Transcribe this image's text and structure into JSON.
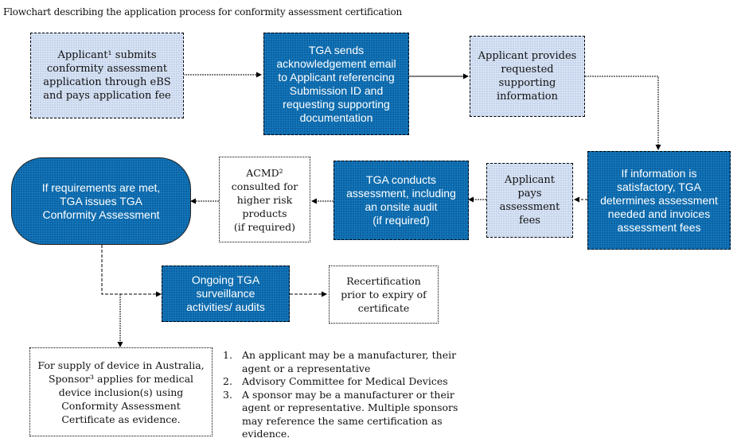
{
  "title": "Flowchart describing the application process for conformity assessment certification",
  "colors": {
    "light_fill": "#c6d5ec",
    "dark_fill": "#0b62a4",
    "white_fill": "#ffffff"
  },
  "nodes": {
    "submit": "Applicant¹ submits\nconformity assessment\napplication through eBS\nand pays application fee",
    "acknowledge": "TGA sends\nacknowledgement email\nto Applicant referencing\nSubmission ID and\nrequesting supporting\ndocumentation",
    "provide_info": "Applicant provides\nrequested\nsupporting\ninformation",
    "determine": "If information is\nsatisfactory, TGA\ndetermines assessment\nneeded and invoices\nassessment fees",
    "pay_fees": "Applicant\npays\nassessment\nfees",
    "conduct": "TGA conducts\nassessment, including\nan onsite audit\n(if required)",
    "acmd": "ACMD²\nconsulted for\nhigher risk\nproducts\n(if required)",
    "issue": "If requirements are met,\nTGA issues TGA\nConformity Assessment",
    "surveillance": "Ongoing TGA\nsurveillance\nactivities/ audits",
    "recert": "Recertification\nprior to expiry of\ncertificate",
    "supply": "For supply of device in Australia,\nSponsor³ applies for medical\ndevice inclusion(s) using\nConformity Assessment\nCertificate as evidence."
  },
  "notes": [
    {
      "num": "1.",
      "text": "An applicant may be a manufacturer, their agent or  a representative"
    },
    {
      "num": "2.",
      "text": "Advisory Committee for Medical Devices"
    },
    {
      "num": "3.",
      "text": "A sponsor may be a manufacturer or their agent or representative. Multiple sponsors may reference the same certification as evidence."
    }
  ]
}
